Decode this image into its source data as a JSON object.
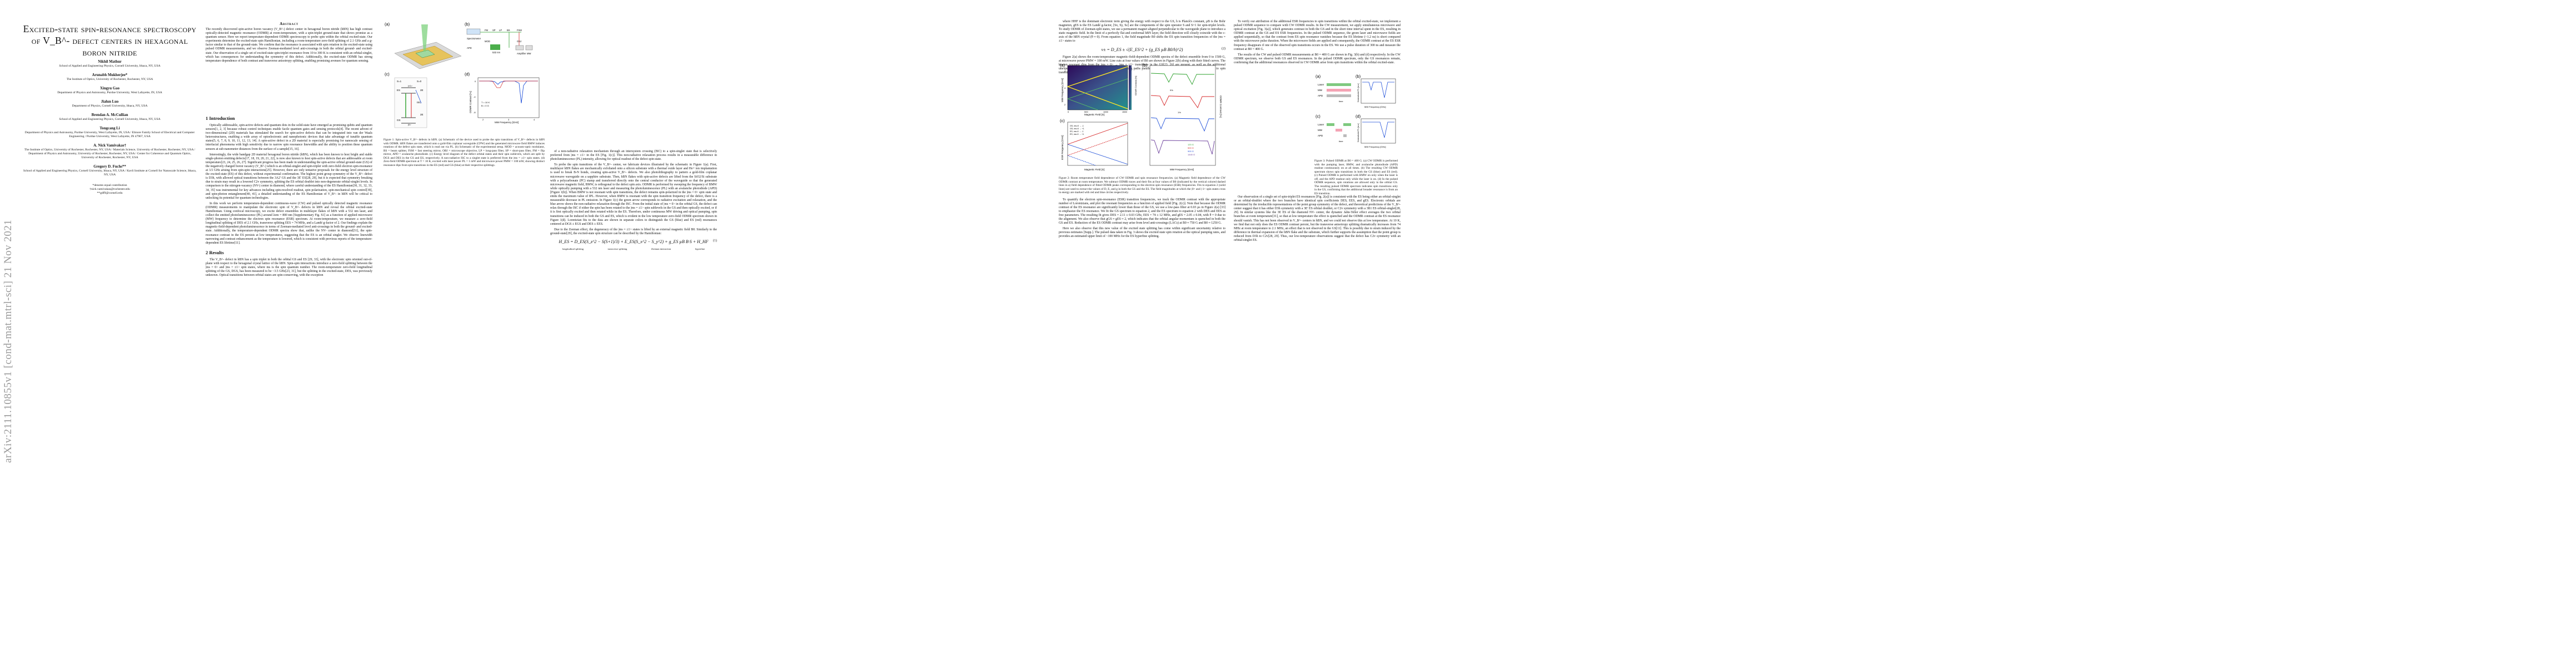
{
  "arxiv_stamp": "arXiv:2111.10855v1  [cond-mat.mtrl-sci]  21 Nov 2021",
  "paper": {
    "title": "Excited-state spin-resonance spectroscopy of V_B^- defect centers in hexagonal boron nitride",
    "authors": [
      {
        "name": "Nikhil Mathur",
        "aff": "School of Applied and Engineering Physics, Cornell University, Ithaca, NY, USA"
      },
      {
        "name": "Arunabh Mukherjee*",
        "aff": "The Institute of Optics, University of Rochester, Rochester, NY, USA"
      },
      {
        "name": "Xingyu Gao",
        "aff": "Department of Physics and Astronomy, Purdue University, West Lafayette, IN, USA"
      },
      {
        "name": "Jialun Luo",
        "aff": "Department of Physics, Cornell University, Ithaca, NY, USA"
      },
      {
        "name": "Brendan A. McCullian",
        "aff": "School of Applied and Engineering Physics, Cornell University, Ithaca, NY, USA"
      },
      {
        "name": "Tongcang Li",
        "aff": "Department of Physics and Astronomy, Purdue University, West Lafayette, IN, USA / Elmore Family School of Electrical and Computer Engineering / Purdue University, West Lafayette, IN 47907, USA"
      },
      {
        "name": "A. Nick Vamivakas†",
        "aff": "The Institute of Optics, University of Rochester, Rochester, NY, USA / Materials Science, University of Rochester, Rochester, NY, USA / Department of Physics and Astronomy, University of Rochester, Rochester, NY, USA / Center for Coherence and Quantum Optics, University of Rochester, Rochester, NY, USA"
      },
      {
        "name": "Gregory D. Fuchs**",
        "aff": "School of Applied and Engineering Physics, Cornell University, Ithaca, NY, USA / Kavli Institute at Cornell for Nanoscale Science, Ithaca, NY, USA"
      }
    ],
    "footnote_lines": [
      "*denotes equal contribution",
      "†nick.vamivakas@rochester.edu",
      "**gdf9@cornell.edu"
    ]
  },
  "abstract": {
    "heading": "Abstract",
    "text": "The recently discovered spin-active boron vacancy (V_B^-) defect center in hexagonal boron nitride (hBN) has high contrast optically-detected magnetic resonance (ODMR) at room-temperature, with a spin-triplet ground-state that shows promise as a quantum sensor. Here we report temperature-dependent ODMR spectroscopy to probe spin within the orbital excited-state. Our experiments determine the excited-state spin Hamiltonian, including a room-temperature zero-field splitting of 2.1 GHz and a g-factor similar to that of the ground-state. We confirm that the resonance is associated with spin rotation in the excited-state using pulsed ODMR measurements, and we observe Zeeman-mediated level anti-crossings in both the orbital ground- and excited-state. Our observation of a single set of excited-state spin-triplet resonance from 10 to 300 K is consistent with an orbital-singlet, which has consequences for understanding the symmetry of this defect. Additionally, the excited-state ODMR has strong temperature dependence of both contrast and transverse anisotropy splitting, enabling promising avenues for quantum sensing."
  },
  "sections": {
    "intro_heading": "1   Introduction",
    "intro_paragraphs": [
      "Optically addressable, spin-active defects and quantum dots in the solid-state have emerged as promising qubits and quantum sensors[1, 2, 3] because robust control techniques enable facile quantum gates and sensing protocols[4]. The recent advent of two-dimensional (2D) materials has stimulated the search for spin-active defects that can be integrated into van der Waals heterostructures, enabling a wide array of optoelectronic and nanophotonic devices that take advantage of tunable quantum states[5, 6, 7, 8, 9, 10, 11, 12, 13, 14]. A spin-active defect in a 2D material is especially promising for nanoscale sensing of interfacial phenomena with high sensitivity due to narrow spin resonance linewidths and the ability to position these quantum sensors at sub-nanometer distances from the surface of a sample[15, 16].",
      "Interestingly, the wide bandgap 2D material hexagonal boron nitride (hBN), which has been known to host bright and stable single-photon emitting defects[17, 18, 19, 20, 21, 22], is now also known to host spin-active defects that are addressable at room temperature[23, 24, 25, 26, 27]. Significant progress has been made in understanding the spin-active orbital ground-state (GS) of the negatively charged boron vacancy (V_B^-) which is an orbital-singlet and spin-triplet with zero-field electron spin-resonance at 3.5 GHz arising from spin-spin interactions[25]. However, there are only tentative proposals for the energy level structure of the excited-state (ES) of this defect, without experimental confirmation. The highest point group symmetry of the V_B^- defect is D3h, with allowed optical transitions between the 3A2' GS and the 3E' ES[28, 29], but it is expected that symmetry breaking due to strain may result in a lowered C2v symmetry, splitting the ES orbital doublet into non-degenerate orbital-singlet levels. In comparison to the nitrogen-vacancy (NV-) center in diamond, where careful understanding of the ES Hamiltonian[30, 31, 32, 33, 34, 35] was instrumental for key advances including spin-resolved readout, spin polarization, spin-mechanical spin control[39], and spin-photon entanglement[40, 41], a detailed understanding of the ES Hamiltonian of V_B^- in hBN will be critical to unlocking its potential for quantum technologies.",
      "In this work we perform temperature-dependent continuous-wave (CW) and pulsed optically detected magnetic resonance (ODMR) measurements to manipulate the electronic spin of V_B^- defects in hBN and reveal the orbital excited-state Hamiltonian. Using confocal microscopy, we excite defect ensembles in multilayer flakes of hBN with a 532 nm laser, and collect the emitted photoluminescence (PL) around λem = 800 nm [Supplementary Fig. S1] as a function of applied microwave (MW) frequency to determine the electron spin resonance (ESR) spectrum. At room-temperature, we measure a zero-field longitudinal splitting of DES of 2.1 GHz, transverse splitting EES = 74 MHz, and a Landé g-factor of 2. Our findings explain the magnetic-field-dependent photoluminescence in terms of Zeeman-mediated level anti-crossings in both the ground- and excited-state. Additionally, the temperature-dependent ODMR spectra show that, unlike the NV- center in diamond[31], the spin-resonance contrast in the ES persists at low temperatures, suggesting that the ES is an orbital singlet. We observe linewidth narrowing and contrast enhancement as the temperature is lowered, which is consistent with previous reports of the temperature-dependent ES lifetime[11]."
    ],
    "results_heading": "2   Results",
    "results_paragraphs": [
      "The V_B^- defect in hBN has a spin triplet in both the orbital GS and ES [29, 33], with the electronic spin oriented out-of-plane with respect to the hexagonal crystal lattice of the hBN. Spin-spin interactions introduce a zero-field splitting between the |ms = 0> and |ms = ±1> spin states, where ms is the spin quantum number. The room-temperature zero-field longitudinal splitting of the GS, DGS, has been measured to be ~3.5 GHz[23, 31], but the splitting in the excited-state, DES, was previously unknown. Optical transitions between orbital states are spin-conserving, with the exception"
    ],
    "col2_paragraphs": [
      "of a non-radiative relaxation mechanism through an intersystem crossing (ISC) to a spin-singlet state that is selectively preferred from |ms = ±1> in the ES [Fig. 1(c)]. This non-radiative relaxation process results in a measurable difference in photoluminescence (PL) intensity, allowing for optical readout of the defect spin state.",
      "To probe the spin transitions of the V_B^- center, we fabricate devices illustrated by the schematic in Figure 1(a). First, multilayer hBN flakes are mechanically exfoliated onto a silicon substrate with a thermal oxide layer and He+ ion implantation is used to break B-N bonds, creating spin-active V_B^- defects. We also photolithography to pattern a gold-film coplanar microwave waveguide on a sapphire substrate. Then, hBN flakes with spin-active defects are lifted from the SiO2/Si substrate with a polycarbonate (PC) stamp and transferred directly onto the central conductor of the waveguide so that the generated microwave magnetic field, BMW, is orthogonal to the defect spin axis. ODMR is performed by sweeping the frequency of BMW while optically pumping with a 532 nm laser and measuring the photoluminescence (PL) with an avalanche photodiode (APD) [Figure 1(b)]. When BMW is not resonant with spin transitions, the defect remains spin-polarized in the |ms = 0> spin state and emits the maximum value of IPL. However, when BMW is resonant with the spin transition frequency of the defect, there is a measurable decrease in PL emission. In Figure 1(c) the green arrow corresponds to radiative excitation and relaxation, and the blue arrow shows the non-radiative relaxation through the ISC. From the initial state of |ms = 0> in the orbital GS, the defect can relax through the ISC if either the spin has been rotated to the |ms = ±1> spin sublevels in the GS and then optically excited, or if it is first optically excited and then rotated while in the ES. Therefore, under continuous MW driving and optical pumping, spin transitions can be induced in both the GS and ES, which is evident in the low temperature zero-field ODMR spectrum shown in Figure 1(d). Lorentzian fits to the data are shown in separate colors to distinguish the GS (blue) and ES (red) resonances centered at DGS ± EGS and DES ± EES.",
      "Due to the Zeeman effect, the degeneracy of the |ms = ±1> states is lifted by an external magnetic field B0. Similarly to the ground-state[29], the excited-state spin structure can be described by the Hamiltonian:"
    ],
    "equation_1": "H_ES = D_ES(S_z^2 − S(S+1)/3) + E_ES(S_x^2 − S_y^2) + g_ES µB B·S + H_HF",
    "eq1_labels": [
      "longitudinal splitting",
      "transverse splitting",
      "Zeeman interaction",
      "hyperfine"
    ],
    "equation_1_number": "(1)",
    "col3_paragraphs": [
      "where HHF is the dominant electronic term giving the energy with respect to the GS, h is Planck's constant, µB is the Bohr magneton, gES is the ES Landé g-factor, [Sx, Sy, Sz] are the components of the spin operator S and S=1 for spin-triplet levels. To study ODMR of Zeeman-split states, we use a permanent magnet aligned perpendicular to the waveguide plane to introduce a static magnetic field. In the limit of a perfectly flat and conformal hBN layer, the field direction will closely coincide with the c-axis of the hBN crystal (θ ≈ 0). From equation 1, the field magnitude B0 shifts the ES spin transition frequencies of the |ms = ±1> states to"
    ],
    "equation_2": "ν± = D_ES ± √(E_ES^2 + (g_ES µB B0/h)^2)",
    "equation_2_number": "(2)",
    "col3_after_eq": [
      "Figure 2(a) shows the room-temperature magnetic-field-dependent ODMR spectra of the defect ensemble from 0 to 1500 G, at microwave power PMW = 100 mW. Line cuts at four values of B0 are shown in Figure 2(b) along with their fitted curves. The known resonant dips from the |ms = 0> → |ms = ±1> transitions in the GS[23, 26] are present, as well as the additional unexpected dips that shift with the applied field along paths parallel to the GS resonance lines, which we attribute to spin transitions in the ES."
    ],
    "col3_lower": [
      "To quantify the electron spin-resonance (ESR) transition frequencies, we track the ODMR contrast with the appropriate number of Lorentzians, and plot the resonant frequencies as a function of applied field [Fig. 2(c)]. Note that because the ODMR contrast of the ES resonance are significantly lower than those of the GS, we use a low-pass filter at 0.03 µs in Figure 2(a) [33] to emphasize the ES resonance. We fit the GS spectrum to equation 2, and the ES spectrum to equation 2 with DES and EES as free parameters. The resulting fit gives DES = 2.11 ± 0.03 GHz, EES = 74 ± 12 MHz, and gES = 2.05 ± 0.04, with θ = 0 due to the alignment. We also observe that gGS ≈ gES ≈ 2, which indicates that the orbital angular momentum is quenched in both the GS and ES. Reduction of the ES ODMR contrast may arise from level anti-crossings (LACs) at B0 ≈ 750 G and B0 ≈ 1250 G.",
      "Here we also observe that this new value of the excited state splitting has come within significant uncertainty relative to previous estimates [Supp.]. The pulsed data taken in Fig. 3 shows the excited state spin rotation at the optical pumping rates, and provides an estimated upper limit of ~100 MHz for the ES hyperfine splitting."
    ],
    "col4_paragraphs": [
      "To verify our attribution of the additional ESR frequencies to spin transitions within the orbital excited-state, we implement a pulsed ODMR sequence to compare with CW ODMR results. In the CW measurement, we apply simultaneous microwave and optical excitation [Fig. 3(a)], which generates contrast in both the GS and in the short time interval spent in the ES, resulting in ODMR contrast at the GS and ES ESR frequencies. In the pulsed ODMR sequence, the green laser and microwave fields are applied sequentially, so that the contrast from ES spin resonance vanishes because the ES lifetime (~1.2 ns) is short compared with the microwave pulse duration. When the microwave fields are applied and consequently, the ODMR contrast at the ES ESR frequency disappears if one of the observed spin transitions occurs in the ES. We use a pulse duration of 300 ns and measure the contrast at B0 = 400 G.",
      "The results of the CW and pulsed ODMR measurements at B0 = 400 G are shown in Fig. 3(b) and (d) respectively. In the CW ODMR spectrum, we observe both GS and ES resonances. In the pulsed ODMR spectrum, only the GS resonances remain, confirming that the additional resonances observed in CW ODMR arise from spin transitions within the orbital excited-state.",
      "Our observation of a single set of spin-triplet ES resonances [Fig. 2(a)] is consistent with the ES being either an orbital-singlet or an orbital-doublet where the two branches have identical spin coefficients DES, EES, and gES. Electronic orbitals are determined by the irreducible representations of the point group symmetry of the defect, and theoretical predictions of the V_B^- center suggest that it has either D3h symmetry with a 3E' ES orbital doublet, or C2v symmetry with a 3B1 ES orbital-singlet[28, 29]. In similar systems like the 3E ES of the diamond NV- center, the dynamic Jahn-Teller effect averages the two orbital branches at room temperature[31], so that at low temperature the effect is quenched and the ODMR contrast at the ES resonance should vanish. This has not been observed in V_B^- centers in hBN, and we could not observe this at low temperature. At 10 K, we find that not only does the ES ODMR contrast persist, but the transverse anisotropy splitting dramatically increases from 74 MHz at room temperature to 2.1 MHz, an effect that is not observed in the GS[11]. This is possibly due to strain induced by the difference in thermal expansion of the hBN flake and the substrate, which further supports the assumption that the point group is reduced from D3h to C2v[28, 29]. Thus, our low-temperature observations suggest that the defect has C2v symmetry with an orbital-singlet ES."
    ]
  },
  "figure1": {
    "caption": "Figure 1: Spin-active V_B^- defects in hBN. (a) Schematic of the device used to probe the spin transitions of V_B^- defects in hBN with ODMR. hBN flakes are transferred onto a gold-film coplanar waveguide (CPW) and the generated microwave field BMW induces rotations of the defect spin state, which is read out via PL. (b) Schematic of the experimental setup. MOD = acousto-optic modulator, BS = beam splitter, FSM = fast steering mirror, OBJ = microscope objective, LP = long-pass filter, SP = short-pass filter, FM = flip mirror, APD = avalanche photodiode. (c) Energy level diagram of the defect orbital states and their spin sublevels, which are split by DGS and DES in the GS and ES, respectively. A non-radiative ISC to a singlet state is preferred from the |ms = ±1> spin states. (d) Zero-field ODMR spectrum at T = 10 K, excited with laser power PL = 1 mW and microwave power PMW = 100 mW, showing distinct resonance dips from spin transitions in the ES (red) and GS (blue) at their respective splittings.",
    "panel_labels": [
      "(a)",
      "(b)",
      "(c)",
      "(d)"
    ],
    "b_labels": [
      "Spectrometer",
      "FM",
      "SP",
      "LP",
      "BS",
      "FSM",
      "MOD",
      "OBJ",
      "APD",
      "532 nm",
      "Amplifier",
      "MW"
    ],
    "c_labels": [
      "S=1",
      "GS",
      "ES",
      "ISC",
      "S=0",
      "2E",
      "2E",
      "|±1>",
      "|0>"
    ],
    "d_plot": {
      "xlabel": "MW Frequency [GHz]",
      "ylabel": "ODMR Contrast [%]",
      "xticks": [
        "2",
        "3",
        "4"
      ],
      "yticks": [
        "0",
        "-4",
        "-8"
      ],
      "annotations": [
        "T = 10 K",
        "B = 0 G"
      ]
    }
  },
  "figure2": {
    "caption": "Figure 2: Room temperature field dependence of CW ODMR and spin resonance frequencies. (a) Magnetic field dependence of the CW ODMR contrast at room temperature. We subtract ODMR traces and their fits at four values of B0 (indicated by the vertical colored dashed lines in a) field dependence of fitted ODMR peaks corresponding to the electron spin resonance (ESR) frequencies. Fits to equation 2 (solid lines) are used to extract the values of D, E, and g in both the GS and the ES. The field magnitudes at which the |0> and |-1> spin states cross in energy are marked with red and blue circles respectively.",
    "a_axis": {
      "xlabel": "Magnetic Field [G]",
      "ylabel": "MW Frequency [GHz]",
      "xticks": [
        "0",
        "500",
        "1000",
        "1500"
      ],
      "yticks": [
        "2",
        "4",
        "6"
      ],
      "colorbar_label": "ODMR Contrast [%]"
    },
    "c_axis": {
      "xlabel": "Magnetic Field [G]",
      "ylabel": "ESR Frequency [GHz]",
      "legend": [
        "GS, ms=0 → -1",
        "GS, ms=0 → +1",
        "ES, ms=0 → -1",
        "ES, ms=0 → +1"
      ]
    },
    "b_axis": {
      "xlabel": "MW Frequency [GHz]",
      "ylabel": "ODMR Contrast [%]",
      "legend": [
        "120 G",
        "500 G",
        "900 G",
        "1440 G"
      ],
      "pct_labels": [
        "9%",
        "1%"
      ]
    }
  },
  "figure3": {
    "caption": "Figure 3: Pulsed ODMR at B0 = 400 G. (a) CW ODMR is performed with the pumping laser, BMW, and avalanche photodiode (APD) readout continuously on at all times. (b) The resulting CW ODMR spectrum shows spin transitions in both the GS (blue) and ES (red). (c) Pulsed ODMR is performed with BMW on only when the laser is off, and the APD readout only while the laser is on. (d) In the pulsed ODMR sequence, spin rotations are allowed only in the orbital GS. The resulting pulsed ODMR spectrum indicates spin transitions only in the GS, confirming that the additional broader resonance is from an ES transition.",
    "panel_labels": [
      "(a)",
      "(b)",
      "(c)",
      "(d)"
    ],
    "seq_labels": [
      "Laser",
      "MW",
      "APD",
      "time"
    ],
    "b_plot": {
      "xlabel": "MW Frequency [GHz]",
      "ylabel": "Normalized PL [a.u.]"
    },
    "d_plot": {
      "xlabel": "MW Frequency [GHz]",
      "ylabel": "Normalized PL [a.u.]"
    }
  },
  "colors": {
    "gs_blue": "#1f4fd8",
    "es_red": "#d62728",
    "green": "#2ca02c",
    "purple": "#6a3d9a",
    "laser_green": "#7fc97f"
  }
}
